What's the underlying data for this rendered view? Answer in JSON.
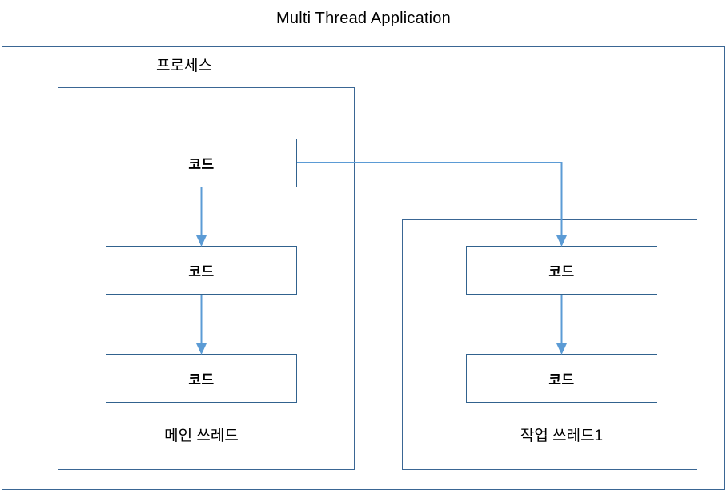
{
  "diagram": {
    "title": "Multi Thread Application",
    "process_label": "프로세스",
    "colors": {
      "frame_border": "#3a6694",
      "box_border": "#31628e",
      "arrow": "#5b9bd5",
      "background": "#ffffff",
      "text": "#000000"
    },
    "threads": [
      {
        "name": "main-thread",
        "caption": "메인 쓰레드",
        "steps": [
          {
            "label": "코드"
          },
          {
            "label": "코드"
          },
          {
            "label": "코드"
          }
        ]
      },
      {
        "name": "worker-thread-1",
        "caption": "작업 쓰레드1",
        "steps": [
          {
            "label": "코드"
          },
          {
            "label": "코드"
          }
        ]
      }
    ],
    "connectors": [
      {
        "name": "main-step1-to-step2",
        "kind": "vertical-arrow"
      },
      {
        "name": "main-step2-to-step3",
        "kind": "vertical-arrow"
      },
      {
        "name": "main-step1-to-worker-step1",
        "kind": "elbow-arrow"
      },
      {
        "name": "worker-step1-to-step2",
        "kind": "vertical-arrow"
      }
    ]
  }
}
